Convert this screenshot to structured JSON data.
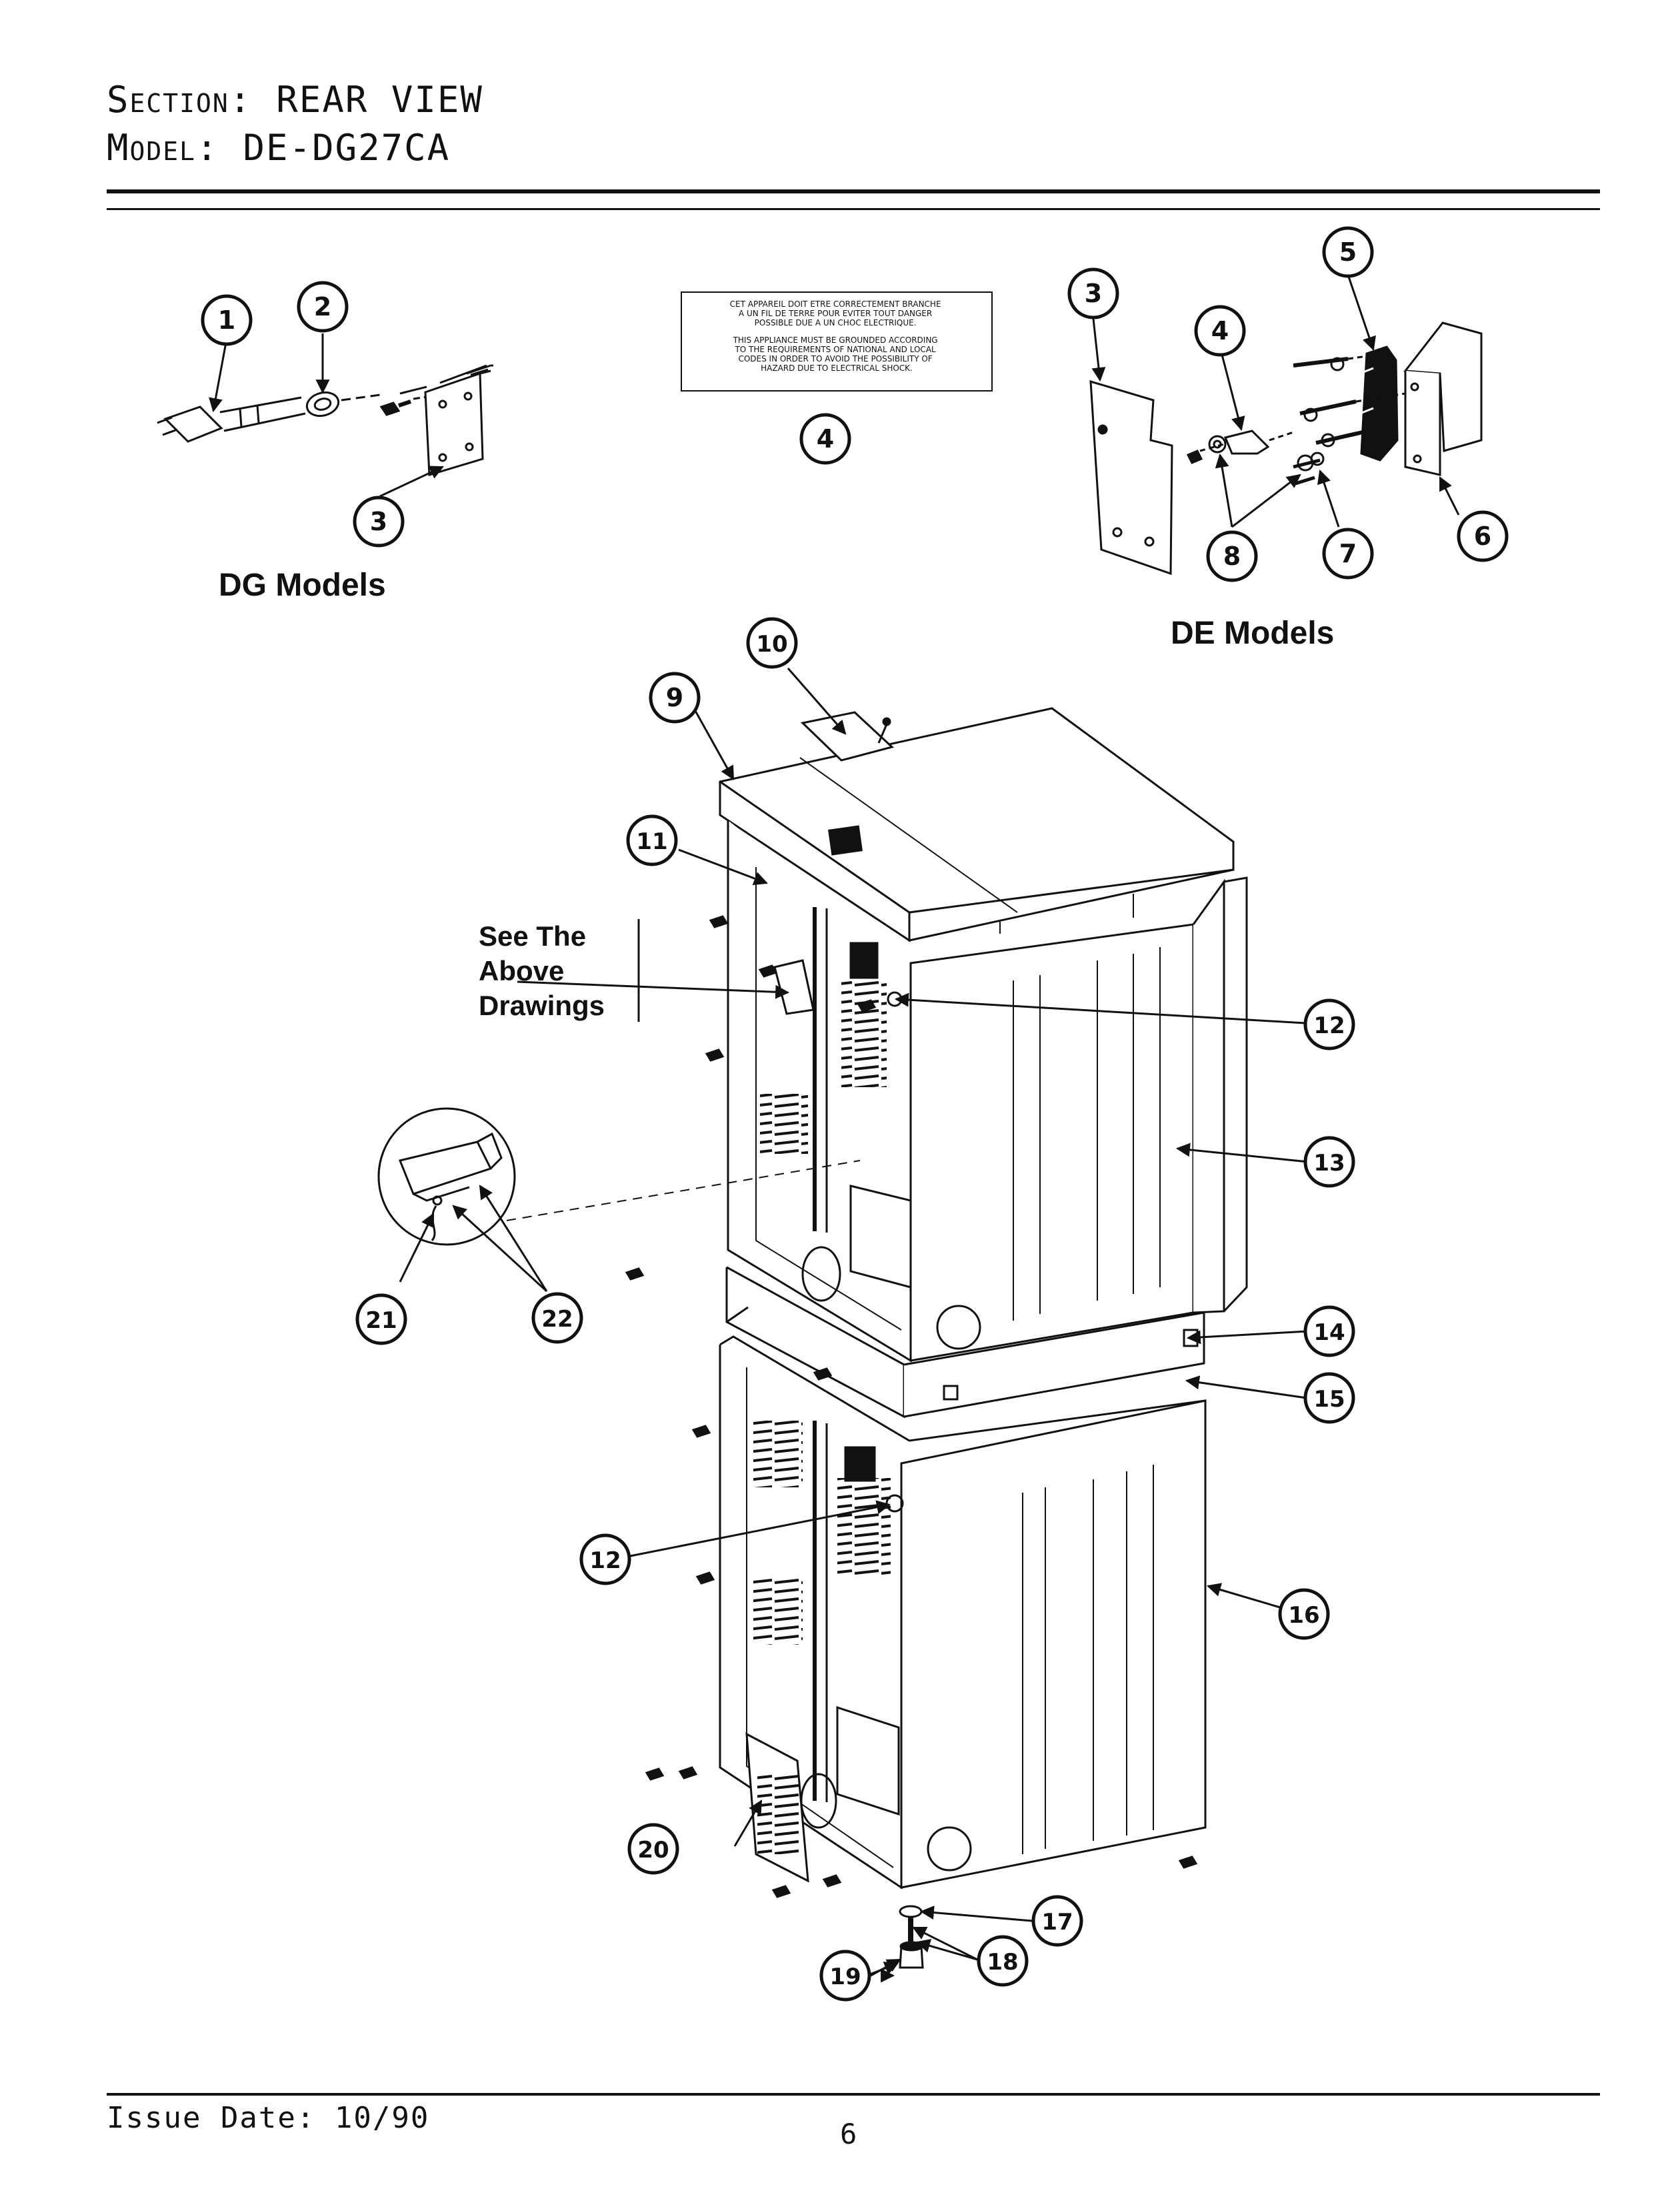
{
  "header": {
    "section_label": "Section:",
    "section_value": "REAR VIEW",
    "model_label": "Model:",
    "model_value": "DE-DG27CA"
  },
  "captions": {
    "dg_models": "DG Models",
    "de_models": "DE Models",
    "see_above": [
      "See The",
      "Above",
      "Drawings"
    ]
  },
  "warning_label": {
    "fr": [
      "CET APPAREIL DOIT ETRE CORRECTEMENT BRANCHE",
      "A UN FIL DE TERRE POUR EVITER TOUT DANGER",
      "POSSIBLE DUE A UN CHOC ELECTRIQUE."
    ],
    "en": [
      "THIS APPLIANCE MUST BE GROUNDED ACCORDING",
      "TO THE REQUIREMENTS OF NATIONAL AND LOCAL",
      "CODES IN ORDER TO AVOID THE POSSIBILITY OF",
      "HAZARD DUE TO ELECTRICAL SHOCK."
    ]
  },
  "callouts": [
    "1",
    "2",
    "3",
    "3",
    "4",
    "4",
    "5",
    "6",
    "7",
    "8",
    "9",
    "10",
    "11",
    "12",
    "12",
    "13",
    "14",
    "15",
    "16",
    "17",
    "18",
    "19",
    "20",
    "21",
    "22"
  ],
  "footer": {
    "issue_date": "Issue Date: 10/90",
    "page_number": "6"
  },
  "colors": {
    "ink": "#111111",
    "paper": "#ffffff"
  }
}
